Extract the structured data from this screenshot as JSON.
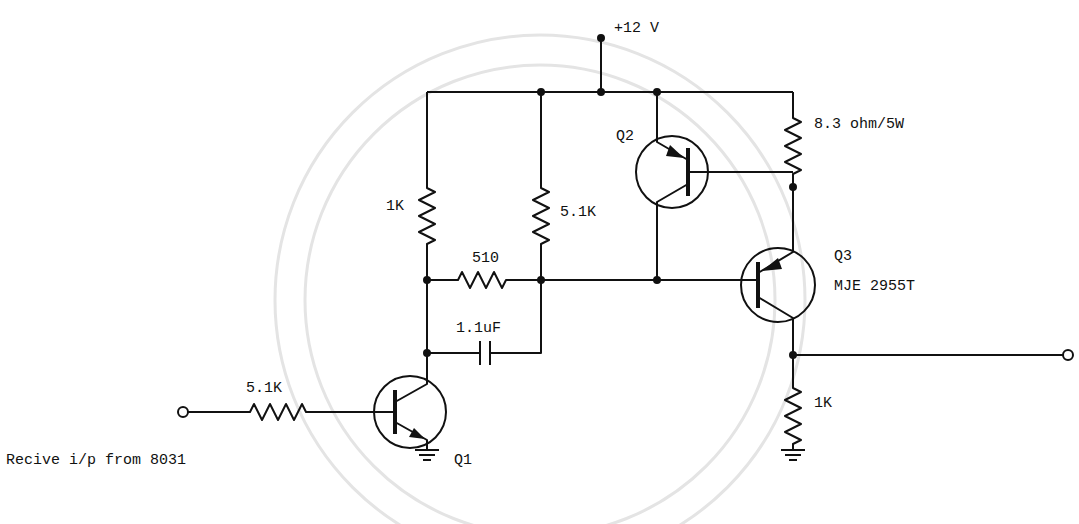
{
  "diagram": {
    "labels": [
      "+12 V",
      "Q2",
      "8.3 ohm/5W",
      "1K",
      "5.1K",
      "510",
      "Q3",
      "MJE 2955T",
      "1.1uF",
      "5.1K",
      "Q1",
      "1K",
      "Recive i/p from 8031"
    ]
  }
}
